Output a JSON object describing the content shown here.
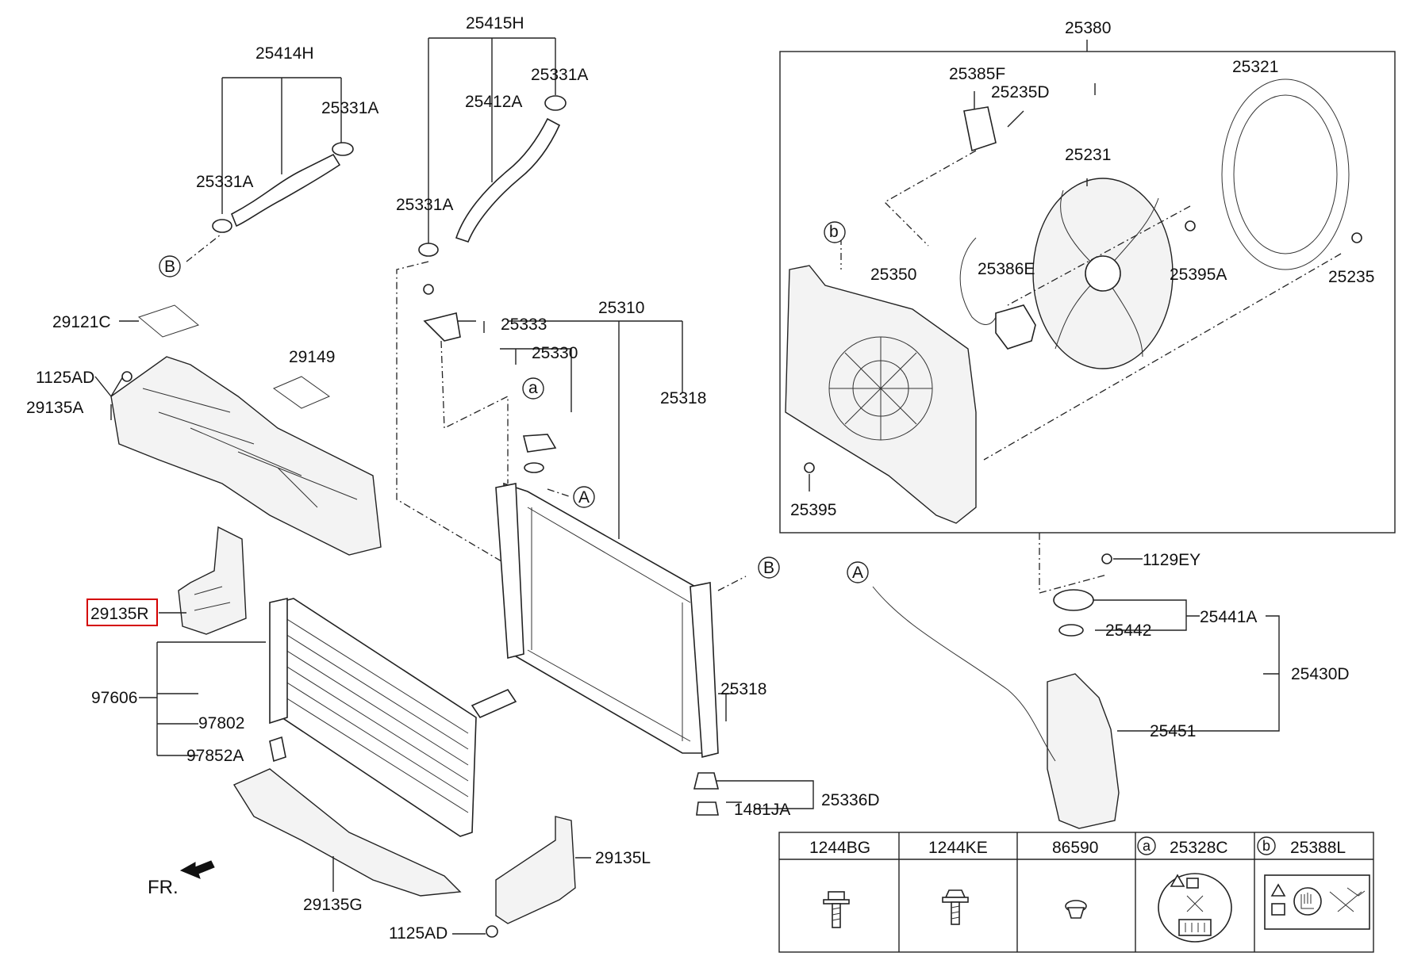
{
  "diagram_title": "",
  "front_marker": "FR.",
  "callouts": {
    "c25414H": "25414H",
    "c25331A_1": "25331A",
    "c25331A_2": "25331A",
    "c25415H": "25415H",
    "c25331A_3": "25331A",
    "c25412A": "25412A",
    "c25331A_4": "25331A",
    "c29121C": "29121C",
    "c1125AD_1": "1125AD",
    "c29135A": "29135A",
    "c29149": "29149",
    "c25333": "25333",
    "c25310": "25310",
    "c25330": "25330",
    "c25318_1": "25318",
    "c29135R": "29135R",
    "c97606": "97606",
    "c97802": "97802",
    "c97852A": "97852A",
    "c29135G": "29135G",
    "c29135L": "29135L",
    "c1125AD_2": "1125AD",
    "c25318_2": "25318",
    "c1481JA": "1481JA",
    "c25336D": "25336D",
    "c25380": "25380",
    "c25385F": "25385F",
    "c25235D": "25235D",
    "c25321": "25321",
    "c25231": "25231",
    "c25350": "25350",
    "c25386E": "25386E",
    "c25395A": "25395A",
    "c25235": "25235",
    "c25395": "25395",
    "c1129EY": "1129EY",
    "c25441A": "25441A",
    "c25442": "25442",
    "c25430D": "25430D",
    "c25451": "25451"
  },
  "reference_markers": {
    "a_ref": "a",
    "b_ref": "b",
    "A_ref_1": "A",
    "A_ref_2": "A",
    "B_ref_1": "B",
    "B_ref_2": "B"
  },
  "highlighted_part": "29135R",
  "highlight_color": "#d40000",
  "parts_table": {
    "columns": [
      {
        "marker": "",
        "part": "1244BG",
        "icon": "flange-bolt-icon"
      },
      {
        "marker": "",
        "part": "1244KE",
        "icon": "hex-bolt-icon"
      },
      {
        "marker": "",
        "part": "86590",
        "icon": "clip-icon"
      },
      {
        "marker": "a",
        "part": "25328C",
        "icon": "hot-coolant-warning-label-icon"
      },
      {
        "marker": "b",
        "part": "25388L",
        "icon": "fan-warning-label-icon"
      }
    ]
  }
}
